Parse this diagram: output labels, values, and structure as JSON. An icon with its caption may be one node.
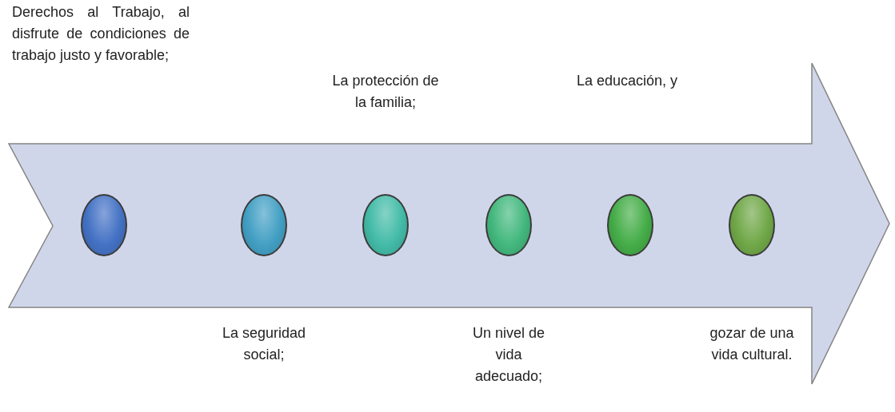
{
  "diagram": {
    "nodes": [
      {
        "text": [],
        "shape": "arrow"
      },
      {
        "text": [],
        "shape": "circle",
        "in": 0
      },
      {
        "text": [],
        "shape": "circle",
        "in": 0
      },
      {
        "text": [],
        "shape": "circle",
        "in": 0
      },
      {
        "text": [],
        "shape": "circle",
        "in": 0
      },
      {
        "text": [],
        "shape": "circle",
        "in": 0
      },
      {
        "text": [],
        "shape": "circle",
        "in": 0
      }
    ],
    "labels": [
      "Derechos al Trabajo, al disfrute de condiciones de trabajo justo y favorable;",
      "La protección de la familia;",
      "La educación, y",
      "La seguridad social;",
      "Un nivel de vida adecuado;",
      "gozar de una vida cultural."
    ]
  }
}
